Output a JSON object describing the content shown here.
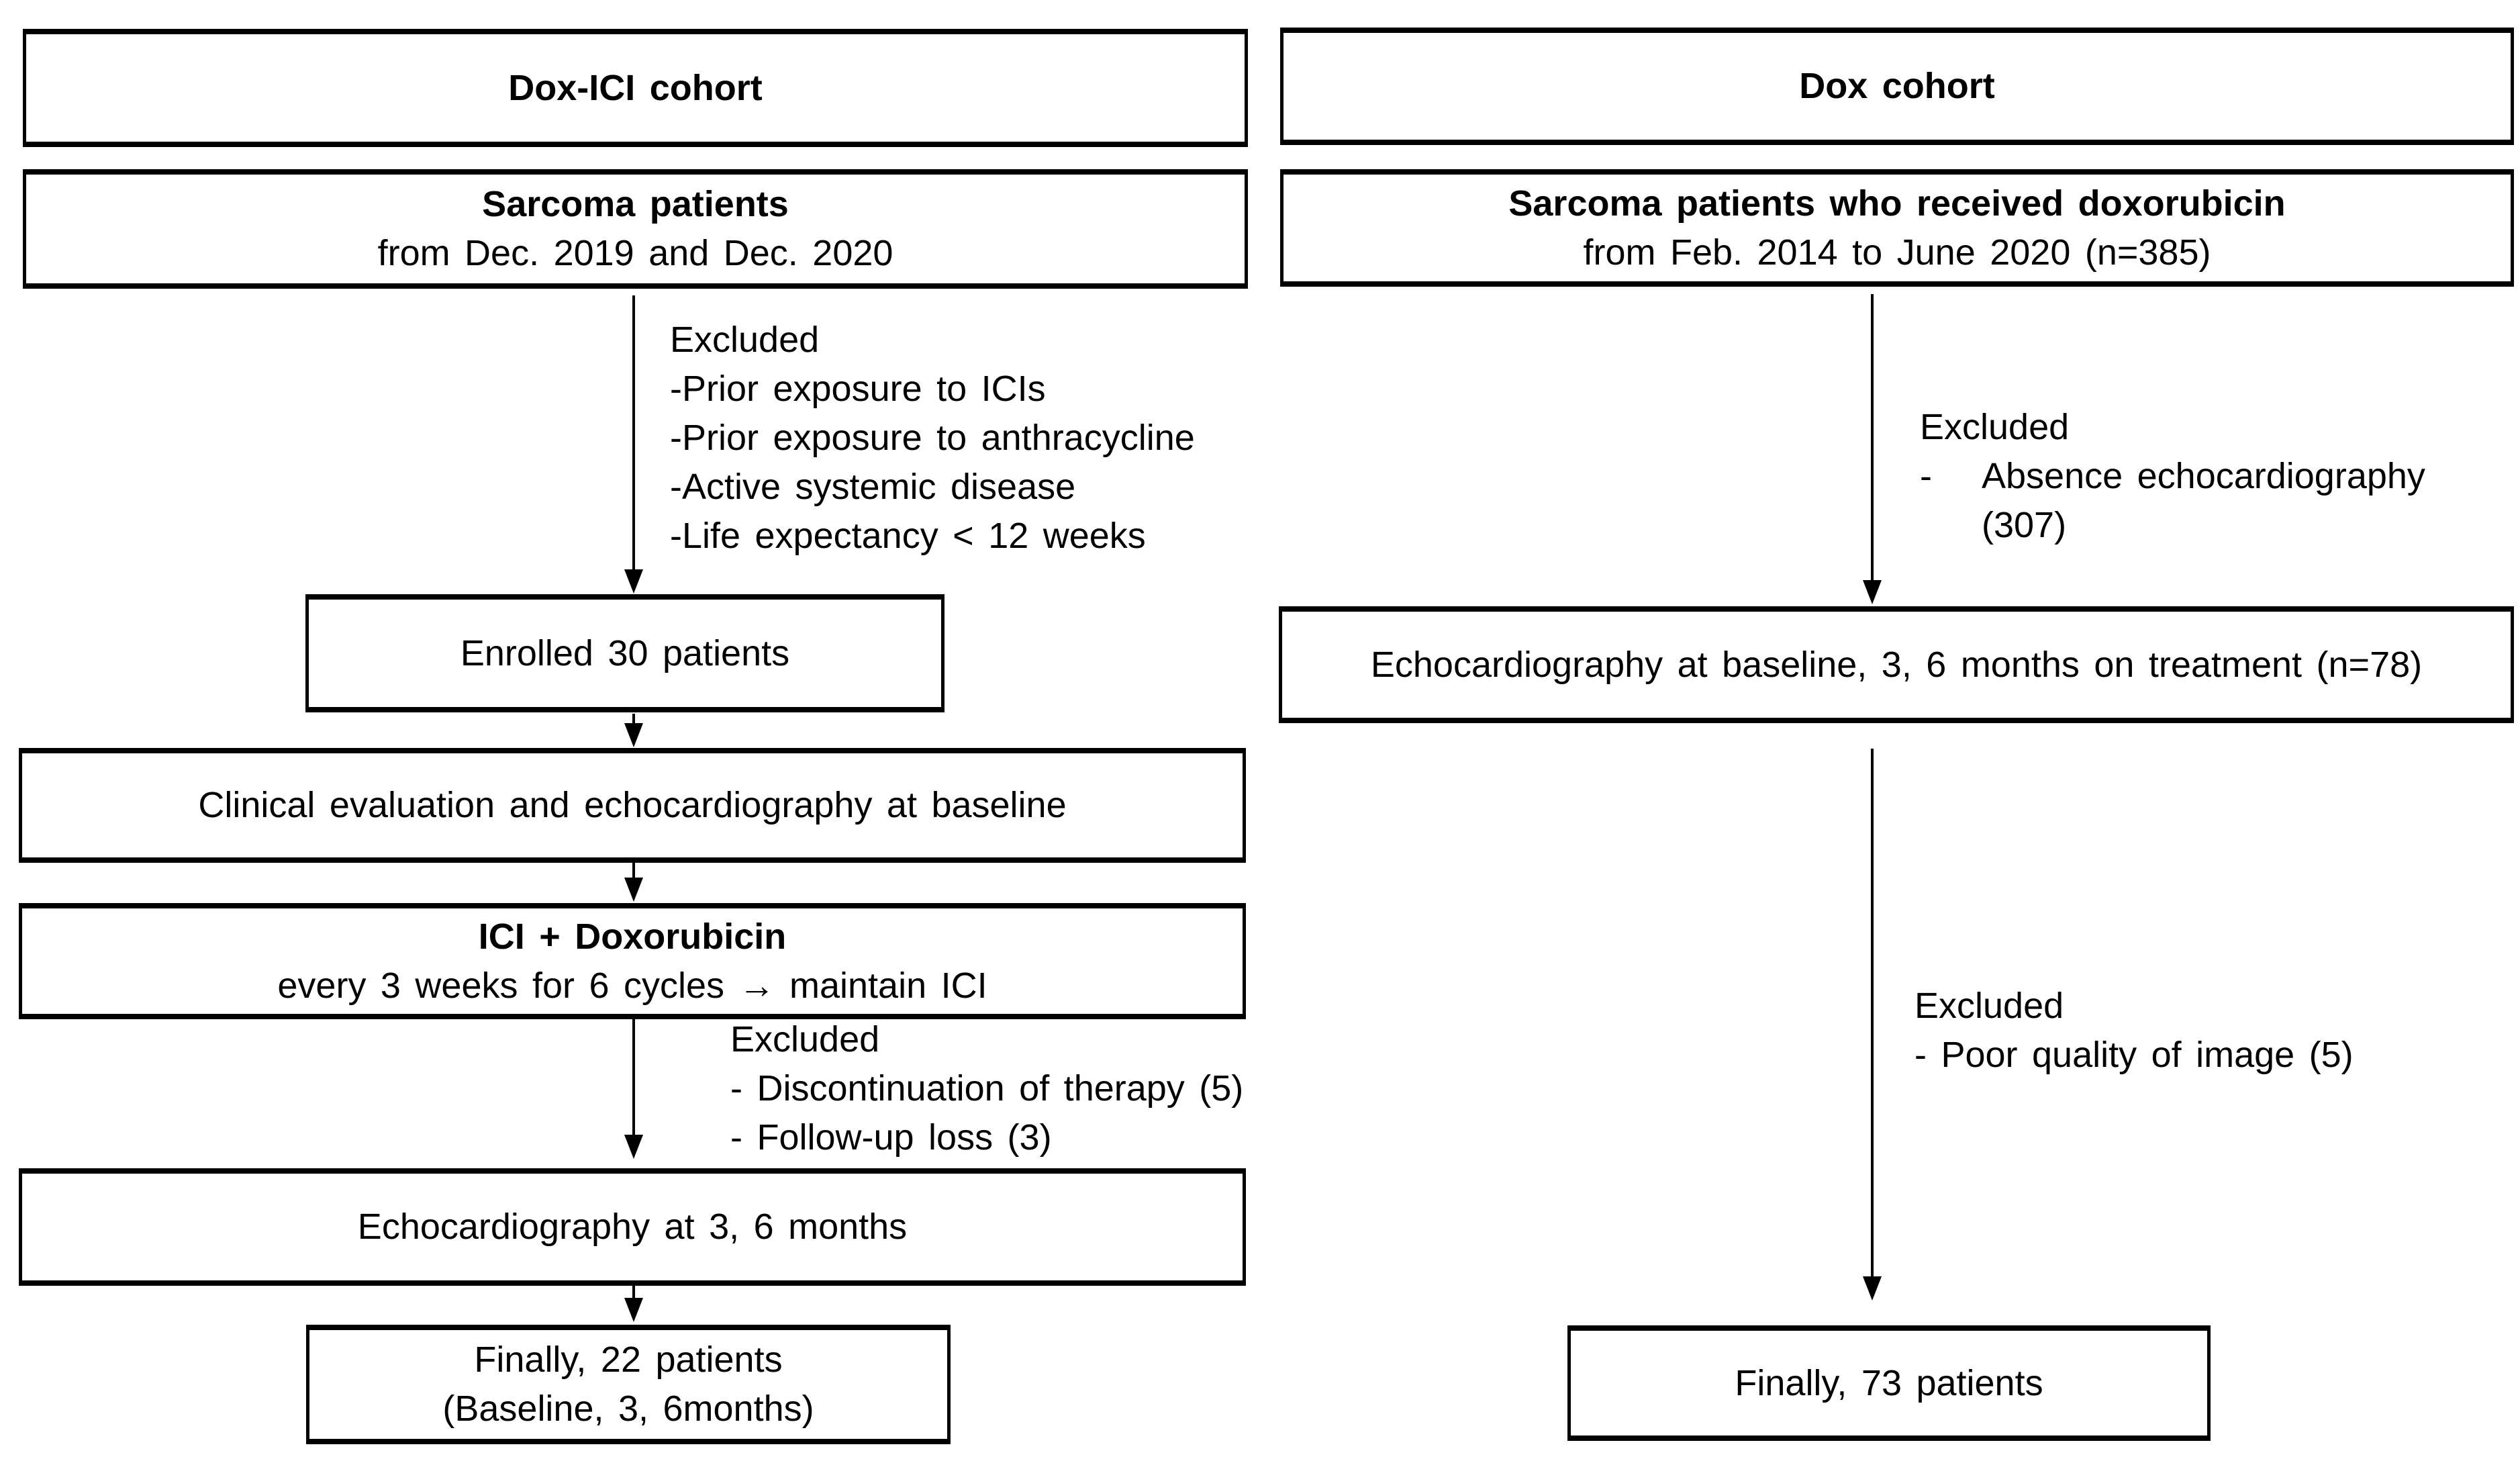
{
  "meta": {
    "background_color": "#ffffff",
    "line_color": "#000000",
    "text_color": "#000000"
  },
  "left_column": {
    "header": "Dox-ICI cohort",
    "source_box": {
      "title": "Sarcoma patients",
      "subtitle": "from Dec. 2019 and Dec. 2020"
    },
    "exclusion1": {
      "title": "Excluded",
      "items": [
        "-Prior exposure to ICIs",
        "-Prior exposure to anthracycline",
        "-Active systemic disease",
        "-Life expectancy < 12 weeks"
      ]
    },
    "enrolled_box": "Enrolled 30 patients",
    "baseline_box": "Clinical evaluation and echocardiography at baseline",
    "treatment_box": {
      "title": "ICI + Doxorubicin",
      "subtitle": "every 3 weeks for 6 cycles → maintain ICI"
    },
    "exclusion2": {
      "title": "Excluded",
      "items": [
        "- Discontinuation of therapy (5)",
        "- Follow-up loss (3)"
      ]
    },
    "followup_box": "Echocardiography at 3, 6 months",
    "final_box": {
      "line1": "Finally, 22 patients",
      "line2": "(Baseline, 3, 6months)"
    }
  },
  "right_column": {
    "header": "Dox cohort",
    "source_box": {
      "title": "Sarcoma patients who received doxorubicin",
      "subtitle": "from Feb. 2014 to June 2020 (n=385)"
    },
    "exclusion1": {
      "title": "Excluded",
      "dash": "-",
      "line1": "Absence echocardiography",
      "line2": "(307)"
    },
    "echo_box": "Echocardiography at baseline, 3, 6 months on treatment (n=78)",
    "exclusion2": {
      "title": "Excluded",
      "items": [
        "- Poor quality of image (5)"
      ]
    },
    "final_box": "Finally, 73 patients"
  }
}
